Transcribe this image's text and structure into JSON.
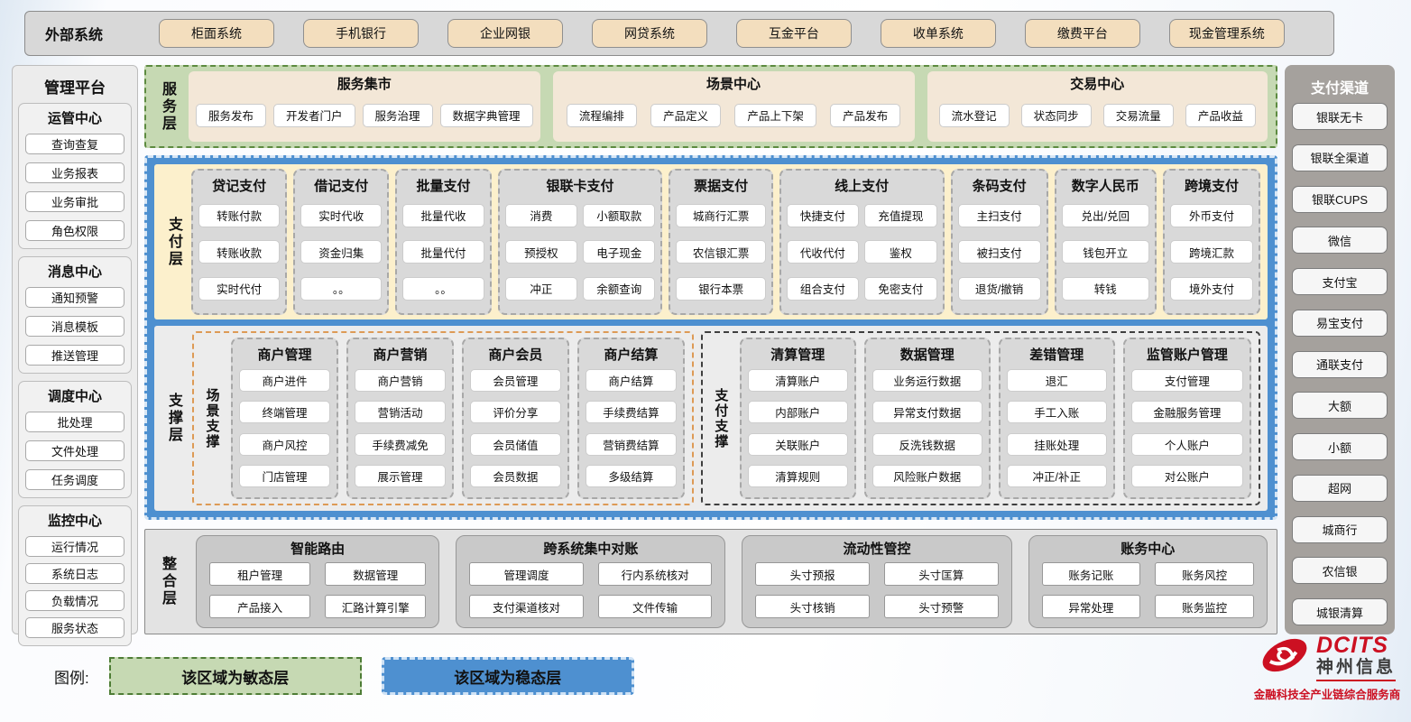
{
  "topbar": {
    "label": "外部系统",
    "items": [
      "柜面系统",
      "手机银行",
      "企业网银",
      "网贷系统",
      "互金平台",
      "收单系统",
      "缴费平台",
      "现金管理系统"
    ]
  },
  "left_sidebar": {
    "title": "管理平台",
    "groups": [
      {
        "title": "运管中心",
        "items": [
          "查询查复",
          "业务报表",
          "业务审批",
          "角色权限"
        ]
      },
      {
        "title": "消息中心",
        "items": [
          "通知预警",
          "消息模板",
          "推送管理"
        ]
      },
      {
        "title": "调度中心",
        "items": [
          "批处理",
          "文件处理",
          "任务调度"
        ]
      },
      {
        "title": "监控中心",
        "items": [
          "运行情况",
          "系统日志",
          "负载情况",
          "服务状态"
        ]
      }
    ]
  },
  "service_layer": {
    "label": "服务层",
    "sections": [
      {
        "title": "服务集市",
        "items": [
          "服务发布",
          "开发者门户",
          "服务治理",
          "数据字典管理"
        ]
      },
      {
        "title": "场景中心",
        "items": [
          "流程编排",
          "产品定义",
          "产品上下架",
          "产品发布"
        ]
      },
      {
        "title": "交易中心",
        "items": [
          "流水登记",
          "状态同步",
          "交易流量",
          "产品收益"
        ]
      }
    ]
  },
  "payment_layer": {
    "label": "支付层",
    "columns": [
      {
        "title": "贷记支付",
        "items": [
          "转账付款",
          "转账收款",
          "实时代付"
        ]
      },
      {
        "title": "借记支付",
        "items": [
          "实时代收",
          "资金归集",
          "。。"
        ]
      },
      {
        "title": "批量支付",
        "items": [
          "批量代收",
          "批量代付",
          "。。"
        ]
      },
      {
        "title": "银联卡支付",
        "items": [
          "消费",
          "小额取款",
          "预授权",
          "电子现金",
          "冲正",
          "余额查询"
        ]
      },
      {
        "title": "票据支付",
        "items": [
          "城商行汇票",
          "农信银汇票",
          "银行本票"
        ]
      },
      {
        "title": "线上支付",
        "items": [
          "快捷支付",
          "充值提现",
          "代收代付",
          "鉴权",
          "组合支付",
          "免密支付"
        ]
      },
      {
        "title": "条码支付",
        "items": [
          "主扫支付",
          "被扫支付",
          "退货/撤销"
        ]
      },
      {
        "title": "数字人民币",
        "items": [
          "兑出/兑回",
          "钱包开立",
          "转钱"
        ]
      },
      {
        "title": "跨境支付",
        "items": [
          "外币支付",
          "跨境汇款",
          "境外支付"
        ]
      }
    ]
  },
  "support_layer": {
    "label": "支撑层",
    "groups": [
      {
        "label": "场景支撑",
        "columns": [
          {
            "title": "商户管理",
            "items": [
              "商户进件",
              "终端管理",
              "商户风控",
              "门店管理"
            ]
          },
          {
            "title": "商户营销",
            "items": [
              "商户营销",
              "营销活动",
              "手续费减免",
              "展示管理"
            ]
          },
          {
            "title": "商户会员",
            "items": [
              "会员管理",
              "评价分享",
              "会员储值",
              "会员数据"
            ]
          },
          {
            "title": "商户结算",
            "items": [
              "商户结算",
              "手续费结算",
              "营销费结算",
              "多级结算"
            ]
          }
        ]
      },
      {
        "label": "支付支撑",
        "columns": [
          {
            "title": "清算管理",
            "items": [
              "清算账户",
              "内部账户",
              "关联账户",
              "清算规则"
            ]
          },
          {
            "title": "数据管理",
            "items": [
              "业务运行数据",
              "异常支付数据",
              "反洗钱数据",
              "风险账户数据"
            ]
          },
          {
            "title": "差错管理",
            "items": [
              "退汇",
              "手工入账",
              "挂账处理",
              "冲正/补正"
            ]
          },
          {
            "title": "监管账户管理",
            "items": [
              "支付管理",
              "金融服务管理",
              "个人账户",
              "对公账户"
            ]
          }
        ]
      }
    ]
  },
  "integration_layer": {
    "label": "整合层",
    "sections": [
      {
        "title": "智能路由",
        "items": [
          "租户管理",
          "数据管理",
          "产品接入",
          "汇路计算引擎"
        ]
      },
      {
        "title": "跨系统集中对账",
        "items": [
          "管理调度",
          "行内系统核对",
          "支付渠道核对",
          "文件传输"
        ]
      },
      {
        "title": "流动性管控",
        "items": [
          "头寸预报",
          "头寸匡算",
          "头寸核销",
          "头寸预警"
        ]
      },
      {
        "title": "账务中心",
        "items": [
          "账务记账",
          "账务风控",
          "异常处理",
          "账务监控"
        ]
      }
    ]
  },
  "right_sidebar": {
    "title": "支付渠道",
    "items": [
      "银联无卡",
      "银联全渠道",
      "银联CUPS",
      "微信",
      "支付宝",
      "易宝支付",
      "通联支付",
      "大额",
      "小额",
      "超网",
      "城商行",
      "农信银",
      "城银清算"
    ]
  },
  "legend": {
    "label": "图例:",
    "items": [
      {
        "text": "该区域为敏态层",
        "type": "agile"
      },
      {
        "text": "该区域为稳态层",
        "type": "stable"
      }
    ]
  },
  "logo": {
    "brand": "DCITS",
    "name": "神州信息",
    "tagline": "金融科技全产业链综合服务商"
  },
  "colors": {
    "agile_green": "#c6d9b3",
    "stable_blue": "#4e90d0",
    "payment_cream": "#fcf0cc",
    "external_tan": "#f3debe",
    "node_gray": "#d9d9d9",
    "brand_red": "#cc1022"
  }
}
